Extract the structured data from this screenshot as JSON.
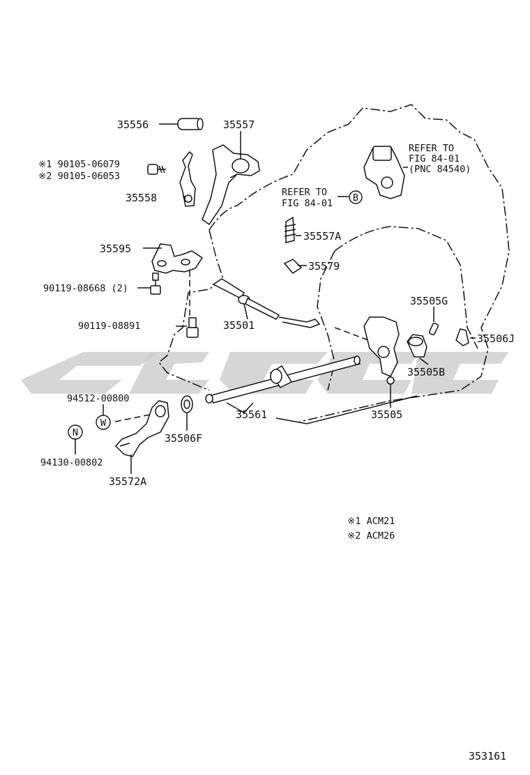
{
  "labels": {
    "p35556": "35556",
    "p35557": "35557",
    "bolt1": "※1 90105-06079",
    "bolt2": "※2 90105-06053",
    "p35558": "35558",
    "refer_b_1": "REFER TO",
    "refer_b_2": "FIG 84-01",
    "refer_top_1": "REFER TO",
    "refer_top_2": "FIG 84-01",
    "refer_top_3": "(PNC 84540)",
    "p35557A": "35557A",
    "p35595": "35595",
    "p35579": "35579",
    "b90119_08668": "90119-08668 (2)",
    "p35501": "35501",
    "p35505G": "35505G",
    "b90119_08891": "90119-08891",
    "p35506J": "35506J",
    "p35505B": "35505B",
    "w94512": "94512-00800",
    "p35561": "35561",
    "p35505": "35505",
    "p35506F": "35506F",
    "n94130": "94130-00802",
    "p35572A": "35572A",
    "note1": "※1 ACM21",
    "note2": "※2 ACM26",
    "figure_no": "353161",
    "callout_b": "B",
    "callout_w": "W",
    "callout_n": "N"
  },
  "colors": {
    "line": "#111111",
    "watermark": "#cfcfcf",
    "background": "#ffffff"
  }
}
